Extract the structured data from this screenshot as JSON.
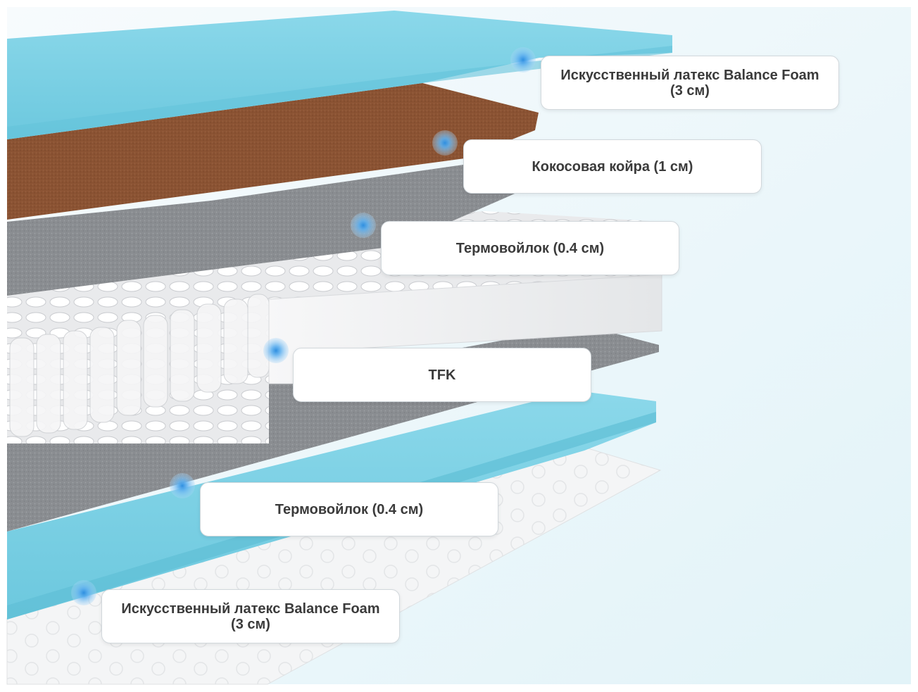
{
  "colors": {
    "background": "#eaf6fa",
    "latex_foam": "#7fd1e3",
    "coconut_coir": "#8a5234",
    "felt": "#8a8d90",
    "springs": "#f0f0f0",
    "marker": "#4aa3e8"
  },
  "layers": [
    {
      "id": "top-latex",
      "label": "Искусственный латекс Balance Foam (3 см)"
    },
    {
      "id": "coir",
      "label": "Кокосовая койра (1 см)"
    },
    {
      "id": "felt-top",
      "label": "Термовойлок (0.4 см)"
    },
    {
      "id": "tfk",
      "label": "TFK"
    },
    {
      "id": "felt-bottom",
      "label": "Термовойлок (0.4 см)"
    },
    {
      "id": "bottom-latex",
      "label": "Искусственный латекс Balance Foam (3 см)"
    }
  ]
}
